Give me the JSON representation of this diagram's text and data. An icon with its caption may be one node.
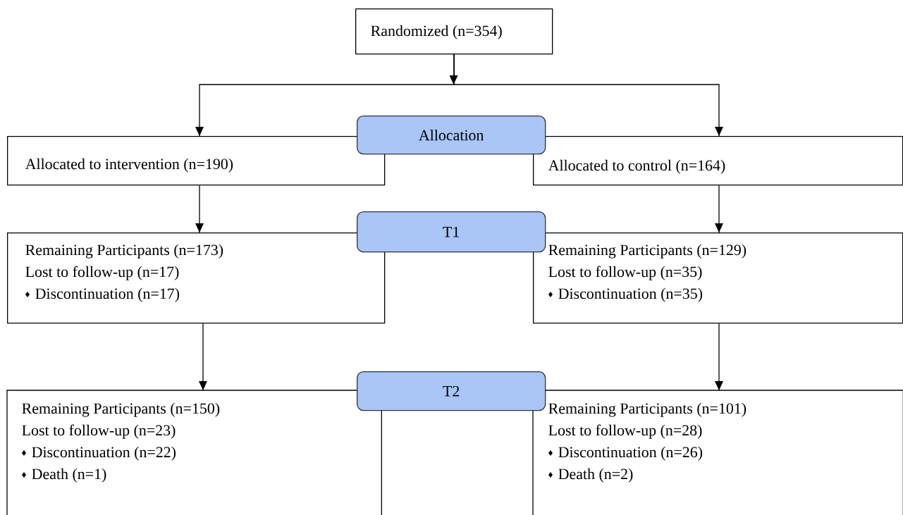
{
  "diagram": {
    "nodes": [
      {
        "text": [
          "Randomized (n=354)"
        ]
      },
      {
        "text": [
          "Allocation"
        ]
      },
      {
        "text": [
          "Allocated to intervention (n=190)"
        ]
      },
      {
        "text": [
          "Allocated to control (n=164)"
        ]
      },
      {
        "text": [
          "T1"
        ]
      },
      {
        "text": [
          "Remaining Participants (n=173)",
          "Lost to follow-up (n=17)",
          "Discontinuation (n=17)"
        ]
      },
      {
        "text": [
          "Remaining Participants (n=129)",
          "Lost to follow-up (n=35)",
          "Discontinuation (n=35)"
        ]
      },
      {
        "text": [
          "T2"
        ]
      },
      {
        "text": [
          "Remaining Participants (n=150)",
          "Lost to follow-up (n=23)",
          "Discontinuation (n=22)",
          "Death (n=1)"
        ]
      },
      {
        "text": [
          "Remaining Participants (n=101)",
          "Lost to follow-up (n=28)",
          "Discontinuation (n=26)",
          "Death (n=2)"
        ]
      }
    ],
    "edges": [
      {
        "from": 0,
        "to": 2,
        "arrow": "to"
      },
      {
        "from": 0,
        "to": 3,
        "arrow": "to"
      },
      {
        "from": 2,
        "to": 5,
        "arrow": "to"
      },
      {
        "from": 3,
        "to": 6,
        "arrow": "to"
      },
      {
        "from": 5,
        "to": 8,
        "arrow": "to"
      },
      {
        "from": 6,
        "to": 9,
        "arrow": "to"
      }
    ]
  }
}
